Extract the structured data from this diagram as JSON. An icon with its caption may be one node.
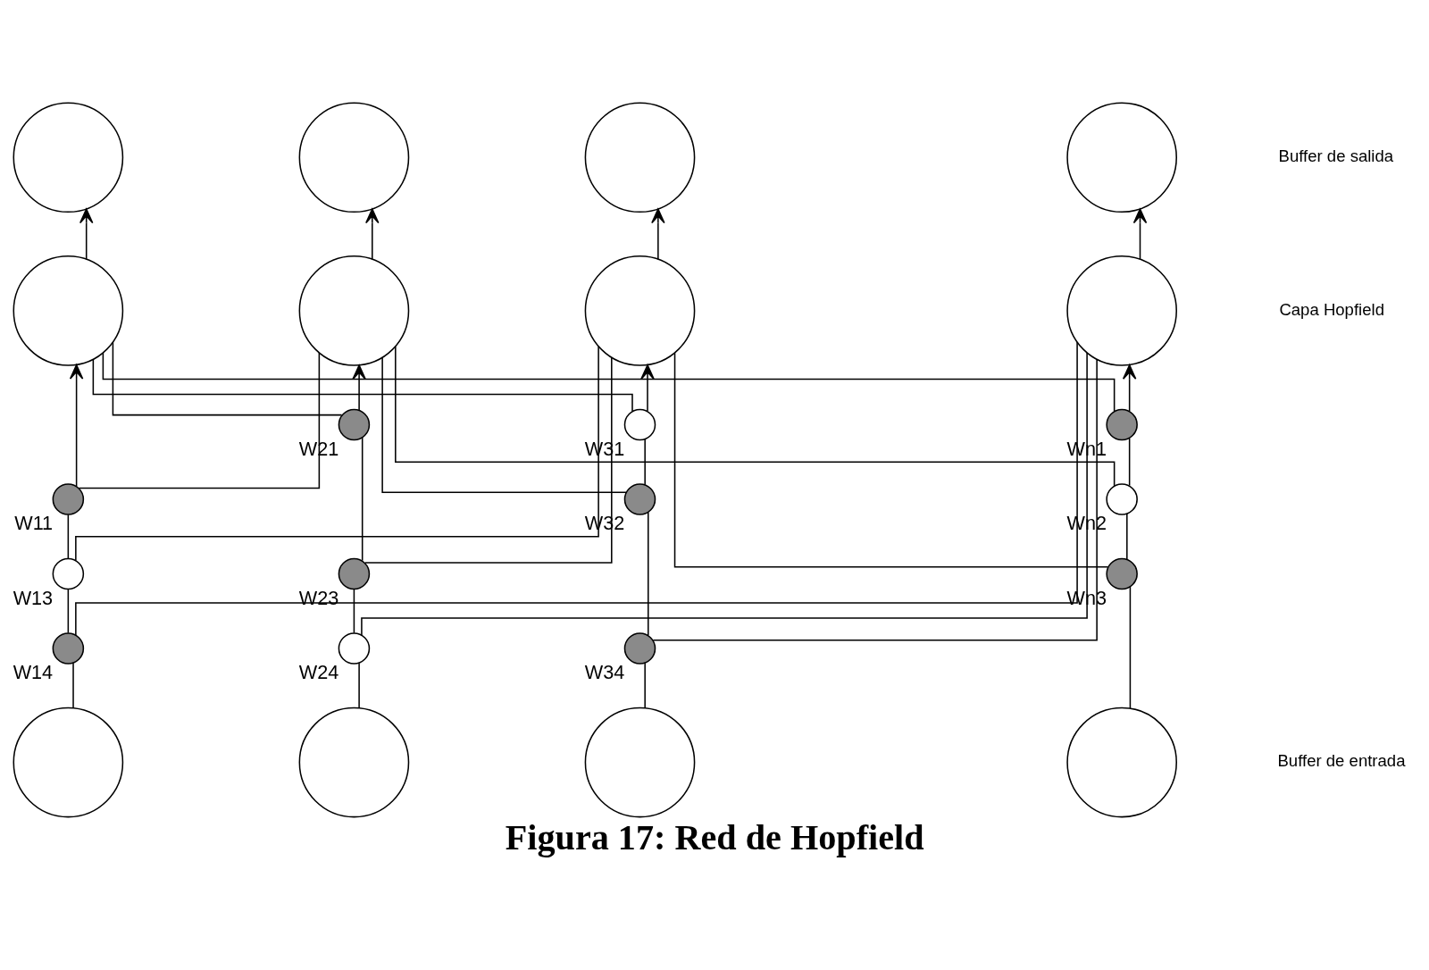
{
  "diagram": {
    "caption": "Figura 17: Red de Hopfield",
    "nodes": [
      {
        "text": [],
        "shape": "circle"
      },
      {
        "text": [],
        "shape": "circle"
      },
      {
        "text": [],
        "shape": "circle"
      },
      {
        "text": [],
        "shape": "circle"
      },
      {
        "text": [],
        "shape": "circle"
      },
      {
        "text": [],
        "shape": "circle"
      },
      {
        "text": [],
        "shape": "circle"
      },
      {
        "text": [],
        "shape": "circle"
      },
      {
        "text": [],
        "shape": "circle",
        "beside": [
          "W21"
        ]
      },
      {
        "text": [],
        "shape": "circle",
        "beside": [
          "W31"
        ]
      },
      {
        "text": [],
        "shape": "circle",
        "beside": [
          "Wn1"
        ]
      },
      {
        "text": [],
        "shape": "circle",
        "beside": [
          "W11"
        ]
      },
      {
        "text": [],
        "shape": "circle",
        "beside": [
          "W32"
        ]
      },
      {
        "text": [],
        "shape": "circle",
        "beside": [
          "Wn2"
        ]
      },
      {
        "text": [],
        "shape": "circle",
        "beside": [
          "W13"
        ]
      },
      {
        "text": [],
        "shape": "circle",
        "beside": [
          "W23"
        ]
      },
      {
        "text": [],
        "shape": "circle",
        "beside": [
          "Wn3"
        ]
      },
      {
        "text": [],
        "shape": "circle",
        "beside": [
          "W14"
        ]
      },
      {
        "text": [],
        "shape": "circle",
        "beside": [
          "W24"
        ]
      },
      {
        "text": [],
        "shape": "circle",
        "beside": [
          "W34"
        ]
      },
      {
        "text": [],
        "shape": "circle"
      },
      {
        "text": [],
        "shape": "circle"
      },
      {
        "text": [],
        "shape": "circle"
      },
      {
        "text": [],
        "shape": "circle"
      }
    ],
    "edges": [
      {
        "from": 20,
        "to": 17,
        "arrow": "none"
      },
      {
        "from": 17,
        "to": 14,
        "arrow": "none"
      },
      {
        "from": 14,
        "to": 11,
        "arrow": "none"
      },
      {
        "from": 11,
        "to": 4,
        "arrow": "to"
      },
      {
        "from": 21,
        "to": 18,
        "arrow": "none"
      },
      {
        "from": 18,
        "to": 15,
        "arrow": "none"
      },
      {
        "from": 15,
        "to": 8,
        "arrow": "none"
      },
      {
        "from": 8,
        "to": 5,
        "arrow": "to"
      },
      {
        "from": 22,
        "to": 19,
        "arrow": "none"
      },
      {
        "from": 19,
        "to": 12,
        "arrow": "none"
      },
      {
        "from": 12,
        "to": 9,
        "arrow": "none"
      },
      {
        "from": 9,
        "to": 6,
        "arrow": "to"
      },
      {
        "from": 23,
        "to": 16,
        "arrow": "none"
      },
      {
        "from": 16,
        "to": 13,
        "arrow": "none"
      },
      {
        "from": 13,
        "to": 10,
        "arrow": "none"
      },
      {
        "from": 10,
        "to": 7,
        "arrow": "to"
      },
      {
        "from": 4,
        "to": 0,
        "arrow": "to"
      },
      {
        "from": 5,
        "to": 1,
        "arrow": "to"
      },
      {
        "from": 6,
        "to": 2,
        "arrow": "to"
      },
      {
        "from": 7,
        "to": 3,
        "arrow": "to"
      },
      {
        "from": 4,
        "to": 8,
        "arrow": "none"
      },
      {
        "from": 4,
        "to": 9,
        "arrow": "none"
      },
      {
        "from": 4,
        "to": 10,
        "arrow": "none"
      },
      {
        "from": 5,
        "to": 11,
        "arrow": "none"
      },
      {
        "from": 5,
        "to": 12,
        "arrow": "none"
      },
      {
        "from": 5,
        "to": 13,
        "arrow": "none"
      },
      {
        "from": 6,
        "to": 14,
        "arrow": "none"
      },
      {
        "from": 6,
        "to": 15,
        "arrow": "none"
      },
      {
        "from": 6,
        "to": 16,
        "arrow": "none"
      },
      {
        "from": 7,
        "to": 17,
        "arrow": "none"
      },
      {
        "from": 7,
        "to": 18,
        "arrow": "none"
      },
      {
        "from": 7,
        "to": 19,
        "arrow": "none"
      }
    ],
    "labels": [
      "Buffer de salida",
      "Capa Hopfield",
      "Buffer de entrada"
    ]
  }
}
